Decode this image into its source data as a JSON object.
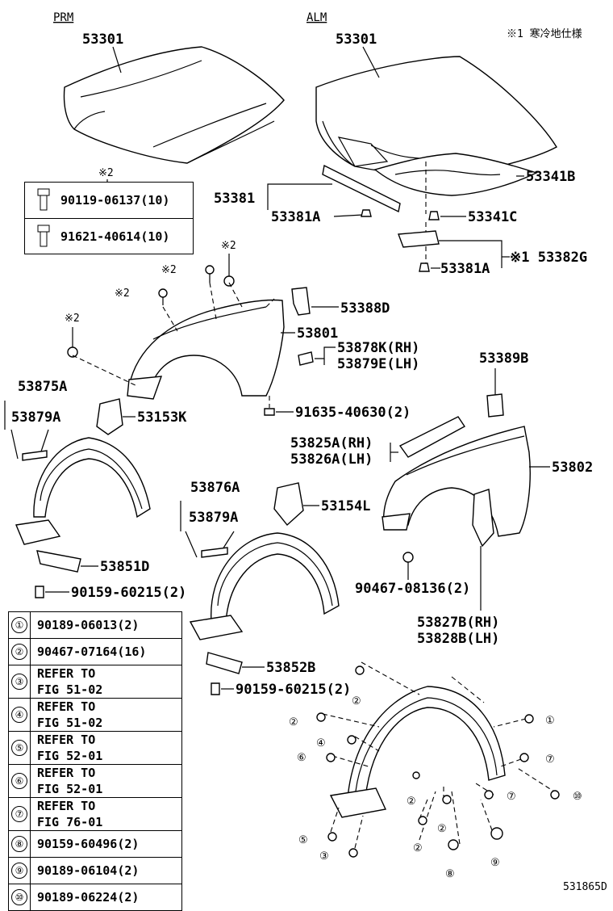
{
  "headers": {
    "prm": "PRM",
    "alm": "ALM",
    "note": "※1 寒冷地仕様"
  },
  "callouts": {
    "hood_prm": "53301",
    "hood_alm": "53301",
    "p53341B": "53341B",
    "p53381": "53381",
    "p53381A_1": "53381A",
    "p53341C": "53341C",
    "p53382G": "※1 53382G",
    "p53381A_2": "53381A",
    "p53388D": "53388D",
    "p53801": "53801",
    "p53878K": "53878K(RH)",
    "p53879E": "53879E(LH)",
    "p53875A": "53875A",
    "p53879A_1": "53879A",
    "p53153K": "53153K",
    "p91635": "91635-40630(2)",
    "p53389B": "53389B",
    "p53825A": "53825A(RH)",
    "p53826A": "53826A(LH)",
    "p53802": "53802",
    "p53876A": "53876A",
    "p53879A_2": "53879A",
    "p53154L": "53154L",
    "p53851D": "53851D",
    "p90159_1": "90159-60215(2)",
    "p90467_08136": "90467-08136(2)",
    "p53827B": "53827B(RH)",
    "p53828B": "53828B(LH)",
    "p53852B": "53852B",
    "p90159_2": "90159-60215(2)",
    "img_code": "531865D"
  },
  "marks": {
    "star2": "※2"
  },
  "bolt_box": [
    {
      "label": "90119-06137(10)"
    },
    {
      "label": "91621-40614(10)"
    }
  ],
  "legend": [
    {
      "num": "①",
      "text": "90189-06013(2)"
    },
    {
      "num": "②",
      "text": "90467-07164(16)"
    },
    {
      "num": "③",
      "text": "REFER TO\nFIG 51-02"
    },
    {
      "num": "④",
      "text": "REFER TO\nFIG 51-02"
    },
    {
      "num": "⑤",
      "text": "REFER TO\nFIG 52-01"
    },
    {
      "num": "⑥",
      "text": "REFER TO\nFIG 52-01"
    },
    {
      "num": "⑦",
      "text": "REFER TO\nFIG 76-01"
    },
    {
      "num": "⑧",
      "text": "90159-60496(2)"
    },
    {
      "num": "⑨",
      "text": "90189-06104(2)"
    },
    {
      "num": "⑩",
      "text": "90189-06224(2)"
    }
  ],
  "circle_marks": {
    "c1": "①",
    "c2": "②",
    "c3": "③",
    "c4": "④",
    "c5": "⑤",
    "c6": "⑥",
    "c7": "⑦",
    "c8": "⑧",
    "c9": "⑨",
    "c10": "⑩"
  }
}
